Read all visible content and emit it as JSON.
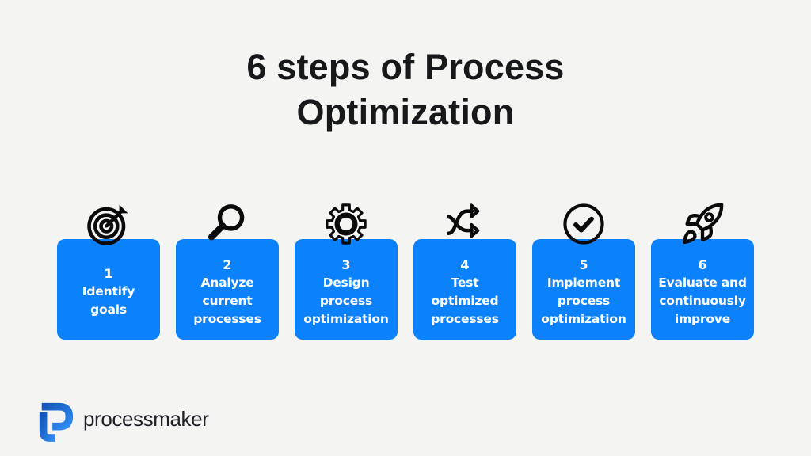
{
  "title": {
    "line1": "6 steps of Process",
    "line2": "Optimization"
  },
  "steps": [
    {
      "number": "1",
      "label": "Identify\ngoals",
      "icon": "target-icon"
    },
    {
      "number": "2",
      "label": "Analyze\ncurrent\nprocesses",
      "icon": "magnifier-icon"
    },
    {
      "number": "3",
      "label": "Design\nprocess\noptimization",
      "icon": "gear-icon"
    },
    {
      "number": "4",
      "label": "Test\noptimized\nprocesses",
      "icon": "shuffle-icon"
    },
    {
      "number": "5",
      "label": "Implement\nprocess\noptimization",
      "icon": "check-circle-icon"
    },
    {
      "number": "6",
      "label": "Evaluate and\ncontinuously\nimprove",
      "icon": "rocket-icon"
    }
  ],
  "footer": {
    "brand": "processmaker"
  },
  "colors": {
    "background": "#f4f4f3",
    "accent_blue": "#0b81fc",
    "card_text": "#ffffff",
    "title_text": "#17181a",
    "icon_stroke": "#0a0a0a",
    "logo_blue_dark": "#1556b8",
    "logo_blue_light": "#2f8cf4"
  }
}
